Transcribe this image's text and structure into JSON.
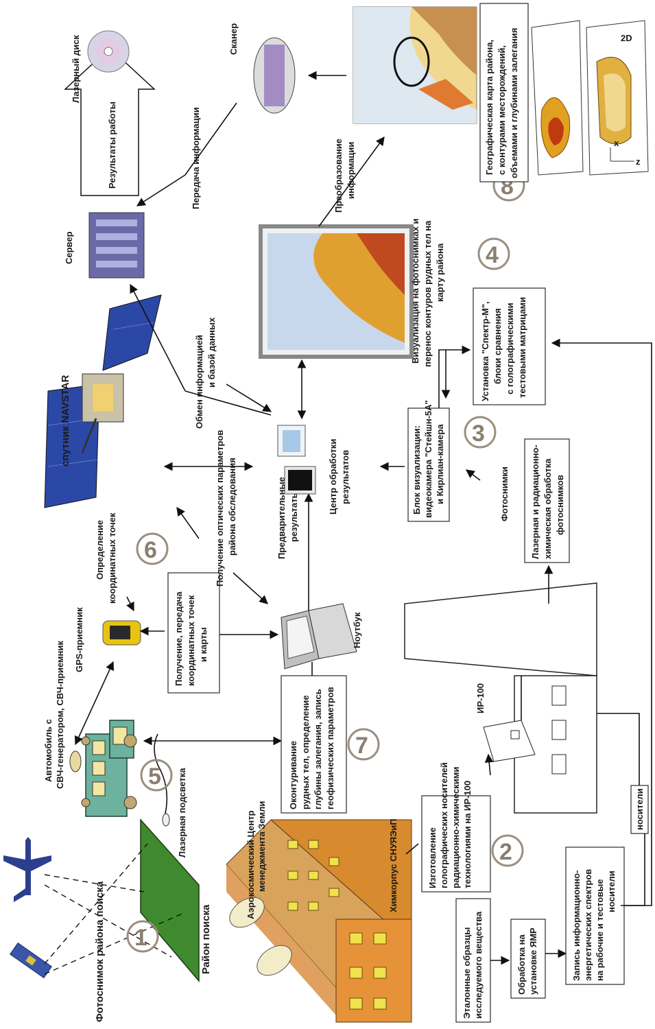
{
  "labels": {
    "photo_search_area": "Фотоснимок района поиска",
    "search_area": "Район поиска",
    "laser_light": "Лазерная подсветка",
    "car": "Автомобиль с СВЧ-генератором, СВЧ-приемник",
    "aerospace_center": "Аэрокосмический Центр менеджмента Земли",
    "himkorpus": "Химкорпус СНУЯЭиП",
    "reference_samples": "Эталонные образцы исследуемого вещества",
    "ymr_processing": "Обработка на установке ЯМР",
    "write_spectra": "Запись информационно-энергетических спектров на рабочие и тестовые носители",
    "carriers": "носители",
    "holo_carriers": "Изготовление голографических носителей радиационно-химическими технологиями на ИР-100",
    "ir100": "ИР-100",
    "contouring": "Оконтуривание рудных тел, определение глубины залегания, запись геофизических параметров",
    "gps": "GPS-приемник",
    "coord_transfer": "Получение, передача координатных точек и карты",
    "notebook": "Ноутбук",
    "coord_define": "Определение координатных точек",
    "optical_params": "Получение оптических параметров района обследования",
    "preliminary": "Предварительные результаты",
    "laser_processing": "Лазерная и радиационно-химическая обработка фотоснимков",
    "photos": "Фотоснимки",
    "satellite": "спутник NAVSTAR",
    "processing_center": "Центр обработки результатов",
    "visual_block": "Блок визуализации: видеокамера \"Стейшн-5А\" и Кирлиан-камера",
    "spektr": "Установка \"Спектр-М\", блоки сравнения с голографическими тестовыми матрицами",
    "exchange": "Обмен информацией и базой данных",
    "visualization": "Визуализация на фотоснимках и перенос контуров рудных тел на карту района",
    "server": "Сервер",
    "transfer_info": "Передача информации",
    "transform_info": "Преобразование информации",
    "scanner": "Сканер",
    "results": "Результаты работы",
    "laser_disk": "Лазерный диск",
    "geo_map": "Географическая карта района, с контурами месторождений, объемами и глубинами залегания",
    "label_2d": "2D",
    "axis_x": "x",
    "axis_z": "z"
  },
  "numbers": {
    "n1": "1",
    "n2": "2",
    "n3": "3",
    "n4": "4",
    "n5": "5",
    "n6": "6",
    "n7": "7",
    "n8": "8"
  }
}
